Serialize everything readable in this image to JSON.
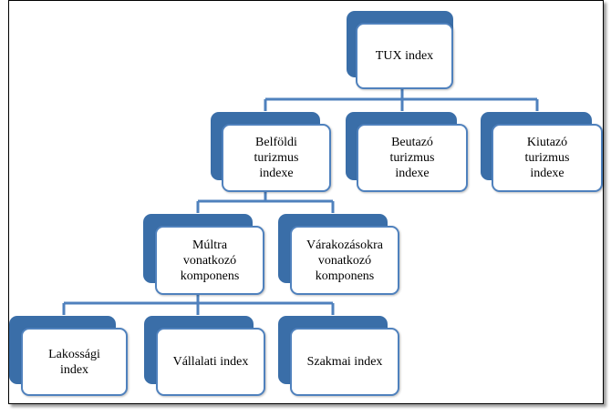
{
  "diagram": {
    "nodes": {
      "tux": "TUX index",
      "belfoldi": "Belföldi\nturizmus\nindexe",
      "beutazo": "Beutazó\nturizmus\nindexe",
      "kiutazo": "Kiutazó\nturizmus\nindexe",
      "multra": "Múltra\nvonatkozó\nkomponens",
      "varakozas": "Várakozásokra\nvonatkozó\nkomponens",
      "lakossagi": "Lakossági\nindex",
      "vallalati": "Vállalati index",
      "szakmai": "Szakmai index"
    },
    "colors": {
      "back": "#3a6ea8",
      "border": "#4f81bd",
      "connector": "#4f81bd"
    }
  }
}
